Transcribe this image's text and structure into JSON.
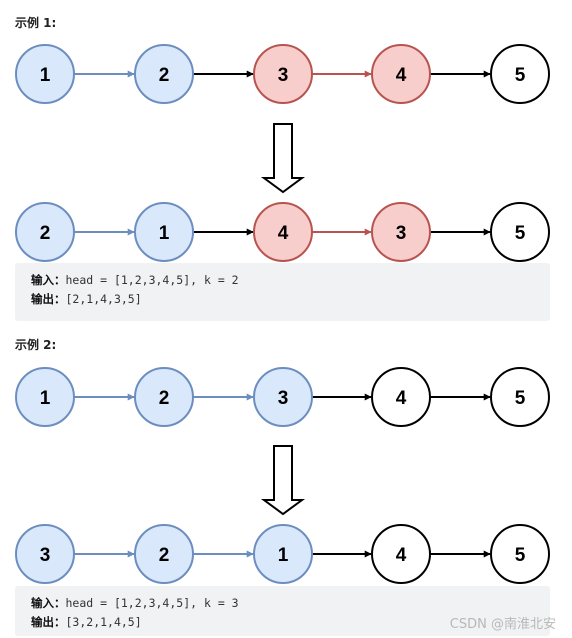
{
  "examples": [
    {
      "heading": "示例 1:",
      "before": [
        {
          "label": "1",
          "style": "blue"
        },
        {
          "label": "2",
          "style": "blue"
        },
        {
          "label": "3",
          "style": "red"
        },
        {
          "label": "4",
          "style": "red"
        },
        {
          "label": "5",
          "style": "white"
        }
      ],
      "before_links": [
        "blue",
        "black",
        "red",
        "black"
      ],
      "after": [
        {
          "label": "2",
          "style": "blue"
        },
        {
          "label": "1",
          "style": "blue"
        },
        {
          "label": "4",
          "style": "red"
        },
        {
          "label": "3",
          "style": "red"
        },
        {
          "label": "5",
          "style": "white"
        }
      ],
      "after_links": [
        "blue",
        "black",
        "red",
        "black"
      ],
      "input_label": "输入：",
      "input_value": "head = [1,2,3,4,5], k = 2",
      "output_label": "输出：",
      "output_value": "[2,1,4,3,5]"
    },
    {
      "heading": "示例 2:",
      "before": [
        {
          "label": "1",
          "style": "blue"
        },
        {
          "label": "2",
          "style": "blue"
        },
        {
          "label": "3",
          "style": "blue"
        },
        {
          "label": "4",
          "style": "white"
        },
        {
          "label": "5",
          "style": "white"
        }
      ],
      "before_links": [
        "blue",
        "blue",
        "black",
        "black"
      ],
      "after": [
        {
          "label": "3",
          "style": "blue"
        },
        {
          "label": "2",
          "style": "blue"
        },
        {
          "label": "1",
          "style": "blue"
        },
        {
          "label": "4",
          "style": "white"
        },
        {
          "label": "5",
          "style": "white"
        }
      ],
      "after_links": [
        "blue",
        "blue",
        "black",
        "black"
      ],
      "input_label": "输入：",
      "input_value": "head = [1,2,3,4,5], k = 3",
      "output_label": "输出：",
      "output_value": "[3,2,1,4,5]"
    }
  ],
  "colors": {
    "blue_fill": "#dae8fc",
    "blue_stroke": "#6c8ebf",
    "red_fill": "#f8cecc",
    "red_stroke": "#b85450",
    "white_fill": "#ffffff",
    "white_stroke": "#000000",
    "link_blue": "#6c8ebf",
    "link_red": "#b85450",
    "link_black": "#000000"
  },
  "watermark": "CSDN @南淮北安"
}
